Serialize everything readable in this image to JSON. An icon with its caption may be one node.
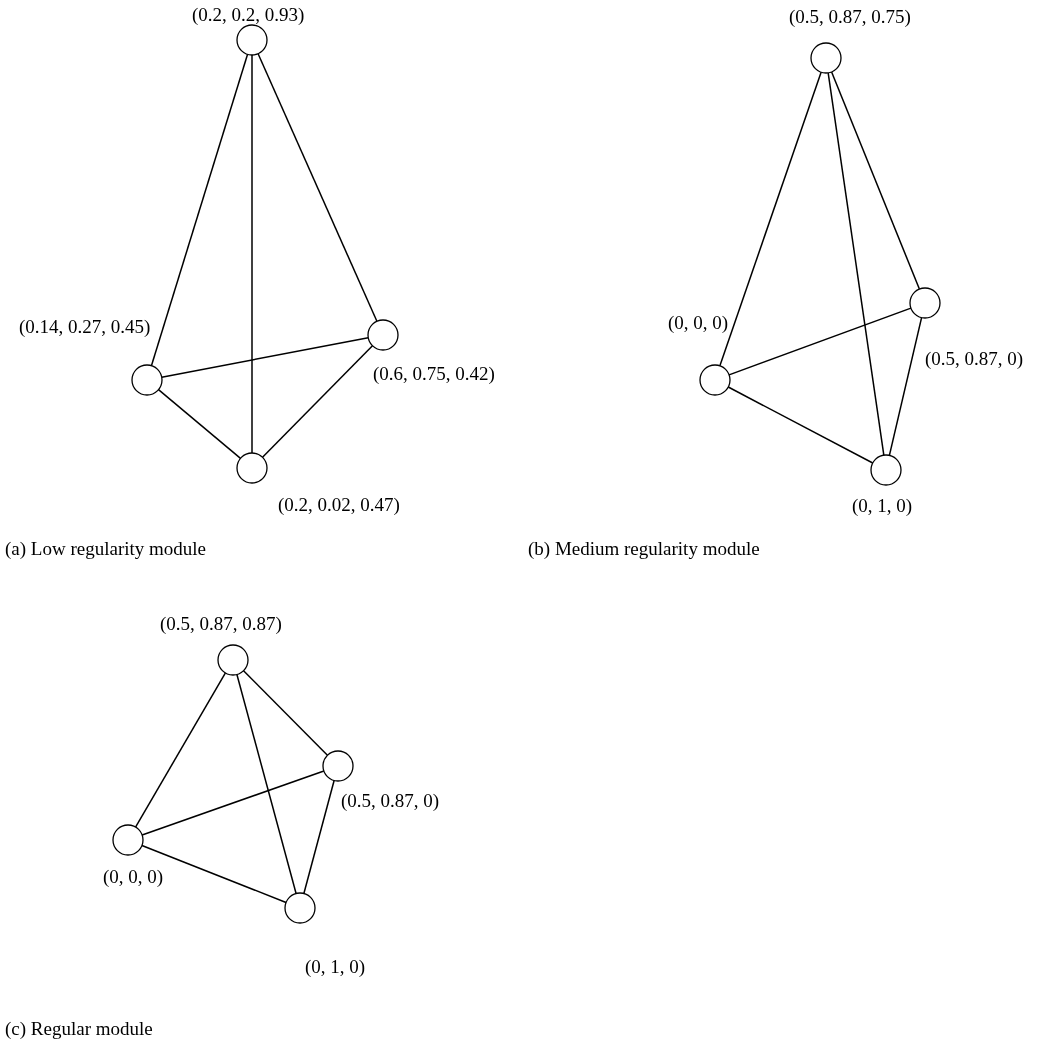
{
  "diagram": {
    "nodes": [
      {
        "text": [],
        "shape": "circle",
        "beside": [
          "(0.2, 0.2, 0.93)"
        ]
      },
      {
        "text": [],
        "shape": "circle",
        "beside": [
          "(0.6, 0.75, 0.42)"
        ]
      },
      {
        "text": [],
        "shape": "circle",
        "beside": [
          "(0.14, 0.27, 0.45)"
        ]
      },
      {
        "text": [],
        "shape": "circle",
        "beside": [
          "(0.2, 0.02, 0.47)"
        ]
      },
      {
        "text": [],
        "shape": "circle",
        "beside": [
          "(0.5, 0.87, 0.75)"
        ]
      },
      {
        "text": [],
        "shape": "circle",
        "beside": [
          "(0.5, 0.87, 0)"
        ]
      },
      {
        "text": [],
        "shape": "circle",
        "beside": [
          "(0, 0, 0)"
        ]
      },
      {
        "text": [],
        "shape": "circle",
        "beside": [
          "(0, 1, 0)"
        ]
      },
      {
        "text": [],
        "shape": "circle",
        "beside": [
          "(0.5, 0.87, 0.87)"
        ]
      },
      {
        "text": [],
        "shape": "circle",
        "beside": [
          "(0.5, 0.87, 0)"
        ]
      },
      {
        "text": [],
        "shape": "circle",
        "beside": [
          "(0, 0, 0)"
        ]
      },
      {
        "text": [],
        "shape": "circle",
        "beside": [
          "(0, 1, 0)"
        ]
      }
    ],
    "edges": [
      {
        "from": 0,
        "to": 2,
        "arrow": "none"
      },
      {
        "from": 0,
        "to": 3,
        "arrow": "none"
      },
      {
        "from": 0,
        "to": 1,
        "arrow": "none"
      },
      {
        "from": 2,
        "to": 1,
        "arrow": "none"
      },
      {
        "from": 2,
        "to": 3,
        "arrow": "none"
      },
      {
        "from": 3,
        "to": 1,
        "arrow": "none"
      },
      {
        "from": 4,
        "to": 6,
        "arrow": "none"
      },
      {
        "from": 4,
        "to": 5,
        "arrow": "none"
      },
      {
        "from": 4,
        "to": 7,
        "arrow": "none"
      },
      {
        "from": 6,
        "to": 5,
        "arrow": "none"
      },
      {
        "from": 6,
        "to": 7,
        "arrow": "none"
      },
      {
        "from": 5,
        "to": 7,
        "arrow": "none"
      },
      {
        "from": 8,
        "to": 10,
        "arrow": "none"
      },
      {
        "from": 8,
        "to": 9,
        "arrow": "none"
      },
      {
        "from": 8,
        "to": 11,
        "arrow": "none"
      },
      {
        "from": 10,
        "to": 9,
        "arrow": "none"
      },
      {
        "from": 10,
        "to": 11,
        "arrow": "none"
      },
      {
        "from": 9,
        "to": 11,
        "arrow": "none"
      }
    ],
    "labels": [
      "(a) Low regularity module",
      "(b) Medium regularity module",
      "(c) Regular module"
    ]
  }
}
